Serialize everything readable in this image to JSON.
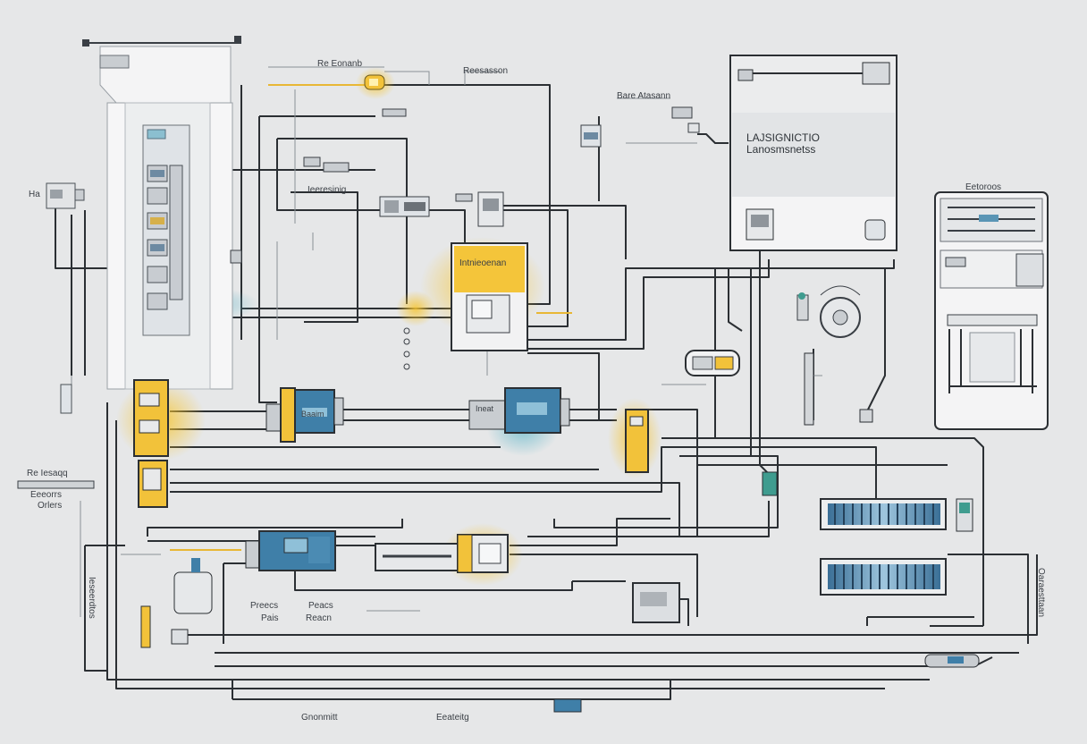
{
  "labels": {
    "top_left": "Re Eonanb",
    "top_center": "Reesasson",
    "top_right": "Bare Atasann",
    "panel_left": "Ha",
    "mid_center": "Ieeresinig",
    "central_box": "Intnieoenan",
    "panel_right_line1": "LAJSIGNICTIO",
    "panel_right_line2": "Lanosmsnetss",
    "side_cabinet": "Eetoroos",
    "left_note_1": "Re Iesaqq",
    "left_note_2": "Eeeorrs",
    "left_note_3": "Orlers",
    "left_vertical": "Ieseerdtos",
    "right_vertical": "Oaraesttaan",
    "bottom_mid_1": "Preecs",
    "bottom_mid_2": "Pais",
    "bottom_mid_3": "Peacs",
    "bottom_mid_4": "Reacn",
    "bottom_left": "Gnonmitt",
    "bottom_right": "Eeateitg",
    "inner_box_1": "Baaim",
    "inner_box_2": "Ineat"
  },
  "colors": {
    "background": "#e6e7e8",
    "wire": "#2b2f33",
    "accent_yellow": "#f2c23a",
    "accent_blue": "#3f7fa8",
    "accent_teal": "#5fb6c9",
    "panel_fill": "#f4f4f5"
  },
  "icons": {
    "lamp": "bulb-icon",
    "gauge": "gauge-icon",
    "pump": "pump-icon",
    "heater_bars": "heater-grid-icon"
  }
}
